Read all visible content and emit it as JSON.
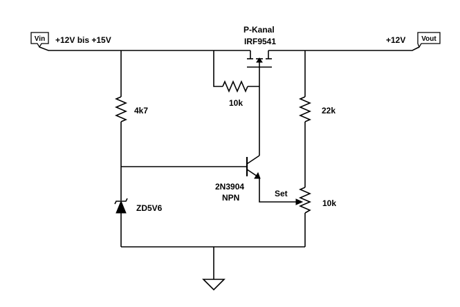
{
  "ports": {
    "vin": "Vin",
    "vout": "Vout"
  },
  "labels": {
    "vin_range": "+12V bis +15V",
    "vout_voltage": "+12V",
    "mosfet_type": "P-Kanal",
    "mosfet_part": "IRF9541",
    "gate_resistor": "10k",
    "zener_resistor": "4k7",
    "divider_resistor": "22k",
    "transistor_part": "2N3904",
    "transistor_type": "NPN",
    "pot_wiper": "Set",
    "pot_value": "10k",
    "zener": "ZD5V6"
  }
}
